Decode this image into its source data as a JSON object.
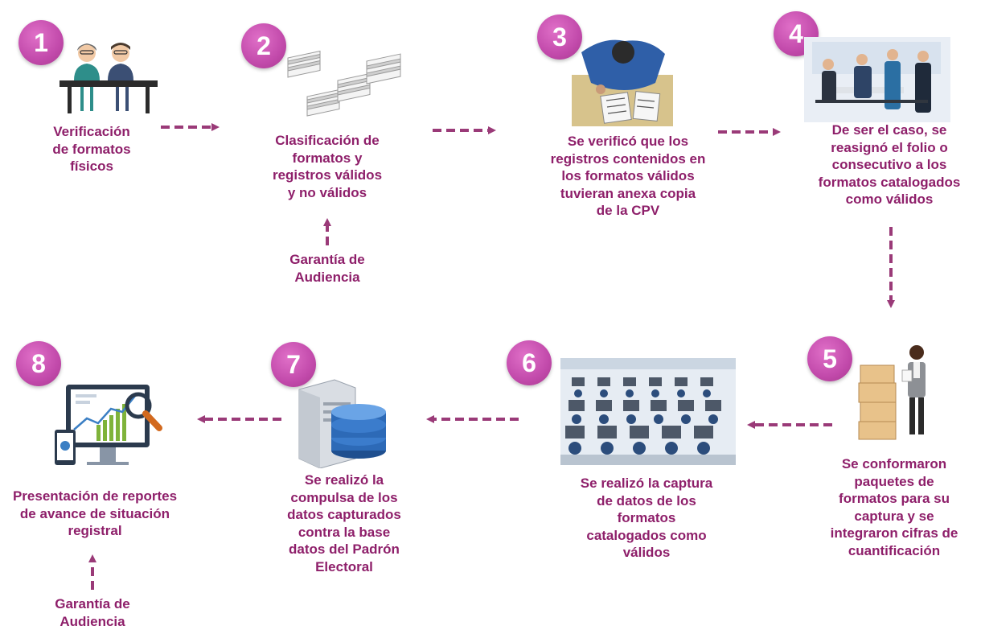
{
  "steps": [
    {
      "number": "1",
      "label": "Verificación\nde formatos\nfísicos"
    },
    {
      "number": "2",
      "label": "Clasificación de\nformatos y\nregistros válidos\ny no válidos"
    },
    {
      "number": "3",
      "label": "Se verificó que los\nregistros contenidos en\nlos formatos válidos\ntuvieran anexa copia\nde la CPV"
    },
    {
      "number": "4",
      "label": "De ser el caso, se\nreasignó el folio o\nconsecutivo a los\nformatos catalogados\ncomo válidos"
    },
    {
      "number": "5",
      "label": "Se conformaron\npaquetes de\nformatos para su\ncaptura y se\nintegraron cifras de\ncuantificación"
    },
    {
      "number": "6",
      "label": "Se realizó la captura\nde datos de los\nformatos\ncatalogados como\nválidos"
    },
    {
      "number": "7",
      "label": "Se realizó la\ncompulsa de los\ndatos capturados\ncontra la base\ndatos del Padrón\nElectoral"
    },
    {
      "number": "8",
      "label": "Presentación de reportes\nde avance de situación\nregistral"
    }
  ],
  "side_notes": {
    "step2_note": "Garantía de\nAudiencia",
    "step8_note": "Garantía de\nAudiencia"
  },
  "colors": {
    "badge": "#c24aab",
    "text": "#8e1f6a",
    "arrow": "#9a3a78"
  },
  "icons": [
    "people-at-desk-icon",
    "paper-stacks-icon",
    "worker-overhead-icon",
    "meeting-team-icon",
    "boxes-worker-icon",
    "computer-lab-icon",
    "database-server-icon",
    "analytics-monitor-icon"
  ]
}
